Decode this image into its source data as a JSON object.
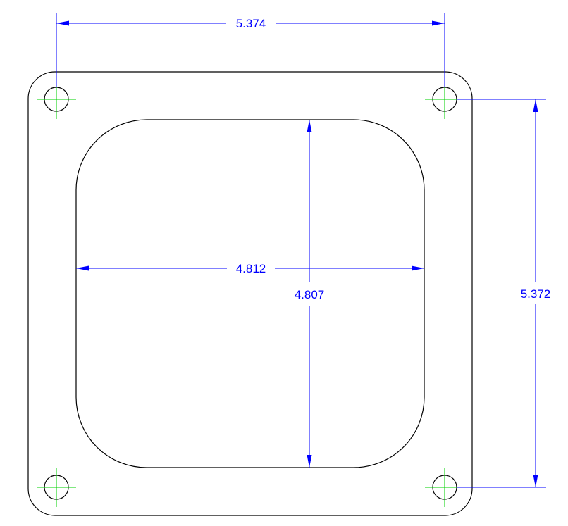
{
  "colors": {
    "geometry": "#000000",
    "dimension": "#0000ff",
    "center_mark": "#00d000",
    "background": "#ffffff"
  },
  "dimensions": {
    "hole_spacing_horizontal": "5.374",
    "opening_width": "4.812",
    "opening_height": "4.807",
    "hole_spacing_vertical": "5.372"
  }
}
